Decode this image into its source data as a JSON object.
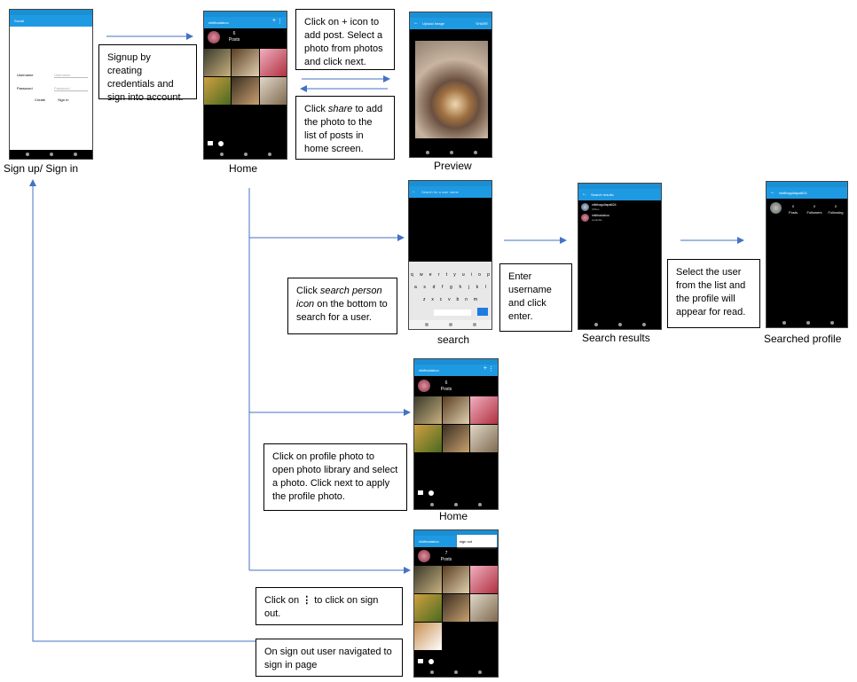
{
  "captions": {
    "signup": "Sign up/ Sign in",
    "home1": "Home",
    "preview": "Preview",
    "search": "search",
    "search_results": "Search results",
    "searched_profile": "Searched profile",
    "home2": "Home"
  },
  "notes": {
    "signup": "Signup by creating credentials and sign into account.",
    "add_post": "Click on + icon to add post. Select a photo from photos and click next.",
    "share_pre": "Click ",
    "share_em": "share",
    "share_post": " to add the photo to the list of posts in home screen.",
    "search_pre": "Click ",
    "search_em": "search person icon",
    "search_post": " on the bottom to search for a user.",
    "enter_username": "Enter username and click enter.",
    "select_user": "Select the user from the list and the profile will appear for read.",
    "profile_photo": "Click on profile photo to open photo library and select a photo. Click next to apply the profile photo.",
    "signout_pre": "Click on ",
    "signout_post": " to click on sign out.",
    "signout_nav": "On sign out user navigated to sign in page"
  },
  "screens": {
    "signup": {
      "title": "Social",
      "username_label": "Username",
      "username_placeholder": "Username",
      "password_label": "Password",
      "password_placeholder": "Password",
      "create": "Create",
      "signin": "Sign In"
    },
    "home": {
      "title": "nikithadaboo",
      "posts_count": "6",
      "posts_label": "Posts"
    },
    "upload": {
      "title": "Upload Image",
      "action": "SHARE"
    },
    "search": {
      "placeholder": "Search for a user name"
    },
    "results": {
      "title": "Search results",
      "items": [
        {
          "name": "nikithagullapalli24",
          "sub": "Offline"
        },
        {
          "name": "nikithadaboo",
          "sub": "available"
        }
      ]
    },
    "profile": {
      "title": "nikithagullapalli24",
      "stats": [
        {
          "count": "0",
          "label": "Posts"
        },
        {
          "count": "0",
          "label": "Followers"
        },
        {
          "count": "0",
          "label": "Following"
        }
      ]
    },
    "home_menu": {
      "title": "nikithadaboo",
      "menu_item": "sign out",
      "posts_count": "7",
      "posts_label": "Posts"
    },
    "keyboard_rows": [
      [
        "q",
        "w",
        "e",
        "r",
        "t",
        "y",
        "u",
        "i",
        "o",
        "p"
      ],
      [
        "a",
        "s",
        "d",
        "f",
        "g",
        "h",
        "j",
        "k",
        "l"
      ],
      [
        "z",
        "x",
        "c",
        "v",
        "b",
        "n",
        "m"
      ]
    ]
  }
}
